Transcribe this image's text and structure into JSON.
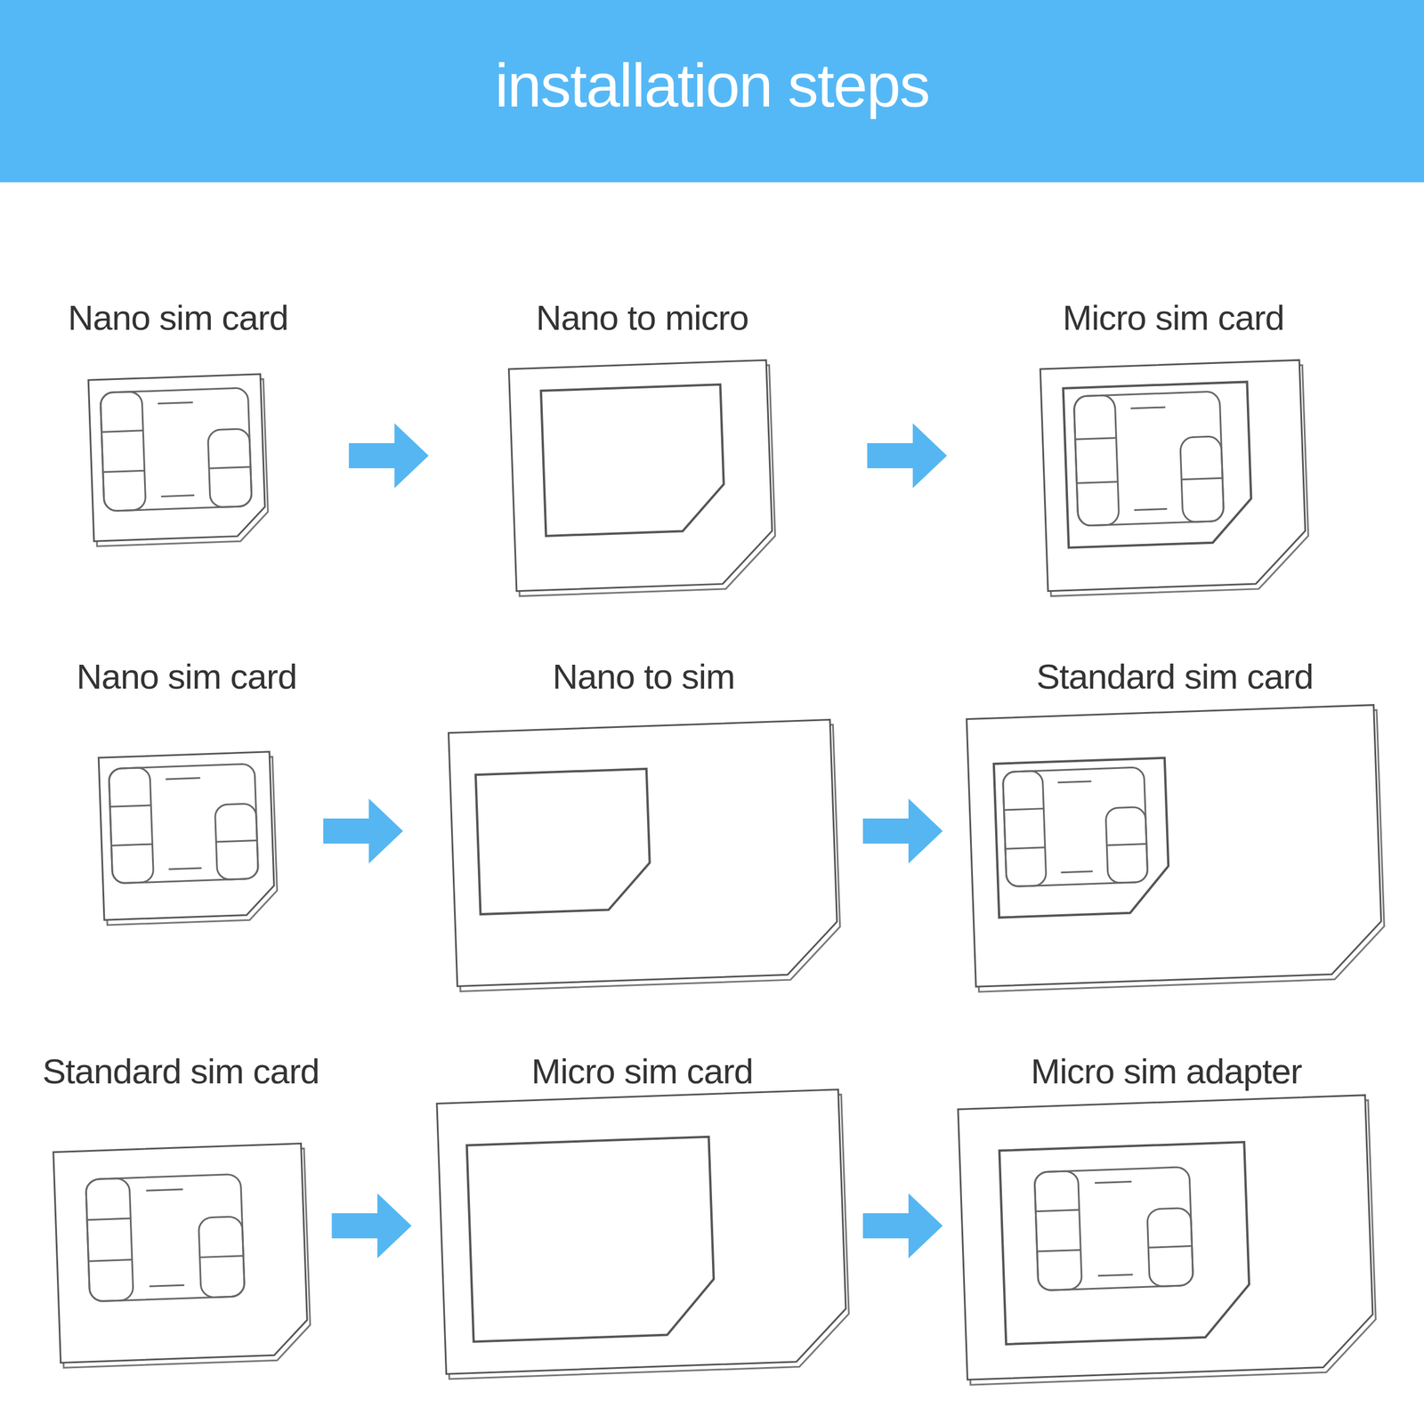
{
  "diagram": {
    "title": "installation steps",
    "nodes": [
      {
        "text": [
          "Nano sim card"
        ]
      },
      {
        "text": [
          "Nano to micro"
        ]
      },
      {
        "text": [
          "Micro sim card"
        ]
      },
      {
        "text": [
          "Nano sim card"
        ]
      },
      {
        "text": [
          "Nano to sim"
        ]
      },
      {
        "text": [
          "Standard sim card"
        ]
      },
      {
        "text": [
          "Standard sim card"
        ]
      },
      {
        "text": [
          "Micro sim card"
        ]
      },
      {
        "text": [
          "Micro sim adapter"
        ]
      }
    ],
    "edges": [
      {
        "from": 0,
        "to": 1,
        "arrow": "to"
      },
      {
        "from": 1,
        "to": 2,
        "arrow": "to"
      },
      {
        "from": 3,
        "to": 4,
        "arrow": "to"
      },
      {
        "from": 4,
        "to": 5,
        "arrow": "to"
      },
      {
        "from": 6,
        "to": 7,
        "arrow": "to"
      },
      {
        "from": 7,
        "to": 8,
        "arrow": "to"
      }
    ]
  }
}
